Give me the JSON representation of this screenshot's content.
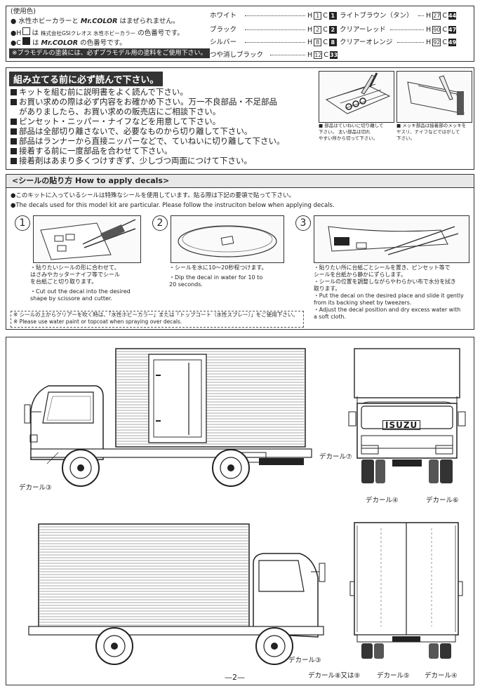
{
  "colors": {
    "heading": "使用色",
    "notes": [
      {
        "prefix": "●",
        "text1": "水性ホビーカラー",
        "mid": "と",
        "brand": "Mr.COLOR",
        "text2": "はまぜられません。"
      },
      {
        "prefix": "●H",
        "text1": "は",
        "mid": "株式会社GSIクレオス 水性ホビーカラー",
        "text2": "の色番号です。"
      },
      {
        "prefix": "●C",
        "text1": "は",
        "brand": "Mr.COLOR",
        "text2": "の色番号です。"
      }
    ],
    "warning": "※プラモデルの塗装には、必ずプラモデル用の塗料をご使用下さい。",
    "list": [
      {
        "name": "ホワイト",
        "h": "1",
        "c": "1"
      },
      {
        "name": "ブラック",
        "h": "2",
        "c": "2"
      },
      {
        "name": "シルバー",
        "h": "8",
        "c": "8"
      },
      {
        "name": "つや消しブラック",
        "h": "12",
        "c": "33"
      },
      {
        "name": "ライトブラウン（タン）",
        "h": "27",
        "c": "44"
      },
      {
        "name": "クリアーレッド",
        "h": "90",
        "c": "47"
      },
      {
        "name": "クリアーオレンジ",
        "h": "92",
        "c": "49"
      }
    ],
    "h_label": "H",
    "c_label": "C"
  },
  "assembly": {
    "title": "組み立てる前に必ず読んで下さい。",
    "items": [
      "キットを組む前に説明書をよく読んで下さい。",
      "お買い求めの際は必ず内容をお確かめ下さい。万一不良部品・不足部品",
      "がありましたら、お買い求めの販売店にご相談下さい。",
      "ピンセット・ニッパー・ナイフなどを用意して下さい。",
      "部品は全部切り離さないで、必要なものから切り離して下さい。",
      "部品はランナーから直接ニッパーなどで、ていねいに切り離して下さい。",
      "接着する前に一度部品を合わせて下さい。",
      "接着剤はあまり多くつけすぎず、少しづつ両面につけて下さい。"
    ],
    "fig1_caption": [
      "■ 部品はていねいに切り離して",
      "下さい。  太い部品は切れ",
      "やすい所から切って下さい。"
    ],
    "fig2_caption": [
      "■ メッキ部品は接着部のメッキを",
      "ヤスリ、ナイフなどではがして",
      "下さい。"
    ]
  },
  "decals": {
    "title": "<シールの貼り方 How to apply decals>",
    "intro_jp": "●このキットに入っているシールは特殊なシールを使用しています。貼る際は下記の要領で貼って下さい。",
    "intro_en": "●The decals used for this model kit are particular. Please follow the instruciton below when applying decals.",
    "steps": [
      {
        "num": "1",
        "jp": [
          "・貼りたいシールの形に合わせて、",
          "はさみやカッターナイフ等でシール",
          "を台紙ごと切り取ります。"
        ],
        "en": [
          "・Cut out the decal into the desired",
          "shape by scissore and cutter."
        ]
      },
      {
        "num": "2",
        "jp": [
          "・シールを水に10〜20秒程つけます。"
        ],
        "en": [
          "・Dip the decal in water for 10 to",
          "20 seconds."
        ]
      },
      {
        "num": "3",
        "jp": [
          "・貼りたい所に台紙ごとシールを置き、ピンセット等で",
          "シールを台紙から静かにずらします。",
          "・シールの位置を調整しながらやわらかい布で水分を拭き",
          "取ります。",
          "・Put the decal on the desired place and slide it gently",
          "from its backing sheet by tweezers.",
          "・Adjust the decal position and dry excess water with",
          "a soft cloth."
        ]
      }
    ],
    "note_jp": "※ シールの上からクリアーを吹く時は、「水性ホビーカラー」または「トップコート（水性スプレー）」をご使用下さい。",
    "note_en": "※ Please use water paint or topcoat when spraying over decals."
  },
  "drawing": {
    "labels": {
      "decal3_top": "デカール③",
      "decal7": "デカール⑦",
      "decal4_top": "デカール④",
      "decal6": "デカール⑥",
      "decal3_bottom": "デカール③",
      "decal8or9": "デカール⑧又は⑨",
      "decal5": "デカール⑤",
      "decal4_bottom": "デカール④"
    },
    "badge": "ISUZU"
  },
  "page_number": "—2—"
}
